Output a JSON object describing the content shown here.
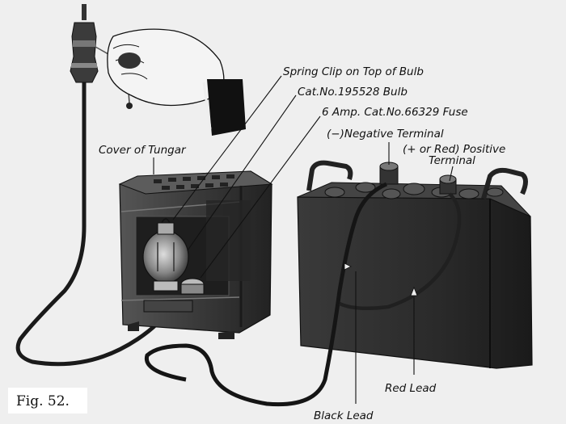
{
  "figure": {
    "label": "Fig. 52."
  },
  "labels": {
    "spring_clip": "Spring Clip on Top of Bulb",
    "bulb": "Cat.No.195528 Bulb",
    "fuse": "6 Amp. Cat.No.66329 Fuse",
    "cover": "Cover of Tungar",
    "negative_terminal": "(−)Negative Terminal",
    "positive_terminal_line1": "(+ or Red) Positive",
    "positive_terminal_line2": "Terminal",
    "red_lead": "Red Lead",
    "black_lead": "Black Lead"
  },
  "colors": {
    "background": "#efefef",
    "ink": "#111111",
    "metal_dark": "#2a2a2a",
    "metal_mid": "#4a4a4a"
  },
  "icons": [
    "hand-pulling-switch",
    "pull-chain-socket",
    "tungar-rectifier",
    "storage-battery"
  ]
}
